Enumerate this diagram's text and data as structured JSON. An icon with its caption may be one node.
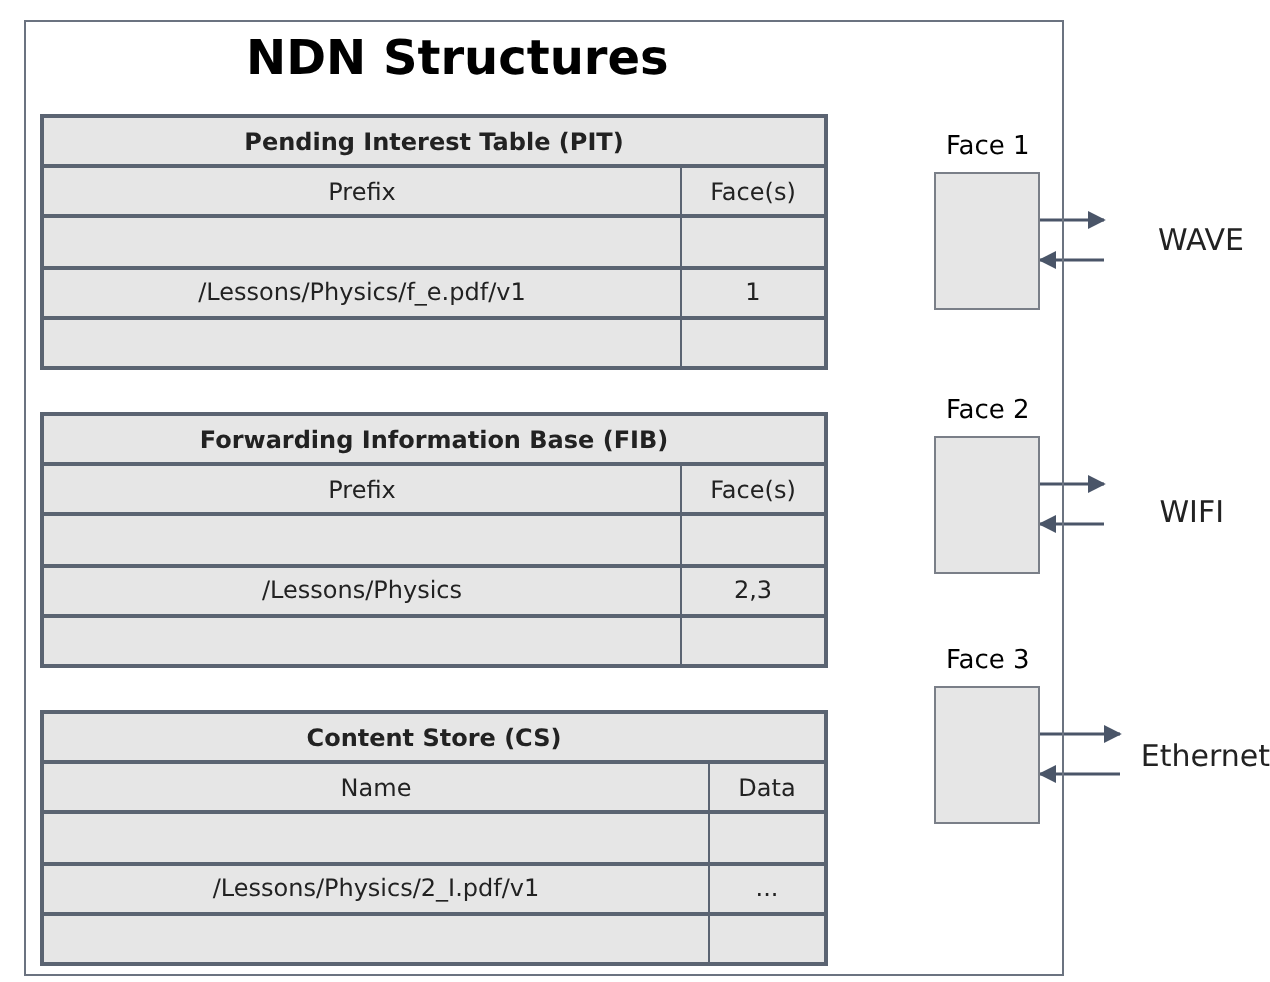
{
  "diagram": {
    "nodes": [
      {
        "text": [
          "NDN Structures"
        ]
      },
      {
        "text": [
          "Pending Interest Table (PIT)",
          "Prefix",
          "Face(s)",
          "/Lessons/Physics/f_e.pdf/v1",
          "1"
        ],
        "in": 0
      },
      {
        "text": [
          "Forwarding Information Base (FIB)",
          "Prefix",
          "Face(s)",
          "/Lessons/Physics",
          "2,3"
        ],
        "in": 0
      },
      {
        "text": [
          "Content Store (CS)",
          "Name",
          "Data",
          "/Lessons/Physics/2_I.pdf/v1",
          "..."
        ],
        "in": 0
      },
      {
        "text": [
          "Face 1"
        ],
        "in": 0
      },
      {
        "text": [
          "WAVE"
        ]
      },
      {
        "text": [
          "Face 2"
        ],
        "in": 0
      },
      {
        "text": [
          "WIFI"
        ]
      },
      {
        "text": [
          "Face 3"
        ],
        "in": 0
      },
      {
        "text": [
          "Ethernet"
        ]
      }
    ],
    "edges": [
      {
        "from": 4,
        "to": 5,
        "arrow": "to"
      },
      {
        "from": 5,
        "to": 4,
        "arrow": "to"
      },
      {
        "from": 6,
        "to": 7,
        "arrow": "to"
      },
      {
        "from": 7,
        "to": 6,
        "arrow": "to"
      },
      {
        "from": 8,
        "to": 9,
        "arrow": "to"
      },
      {
        "from": 9,
        "to": 8,
        "arrow": "to"
      }
    ]
  }
}
